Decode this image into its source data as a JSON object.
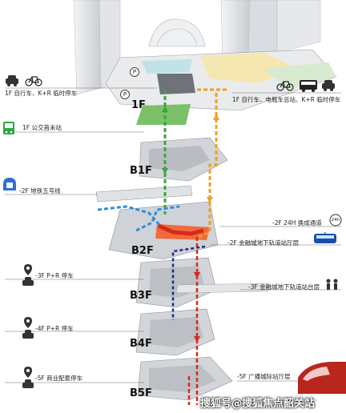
{
  "levels": {
    "f1": "1F",
    "b1": "B1F",
    "b2": "B2F",
    "b3": "B3F",
    "b4": "B4F",
    "b5": "B5F"
  },
  "labels": {
    "f1_left": "1F 自行车、K+R 临时停车",
    "f1_right": "1F 自行车、电瓶车总站、K+R 临时停车",
    "f1_bus": "1F 公交首末站",
    "m2_metro": "-2F 地铁五号线",
    "m2_passage": "-2F 24H 换成通道",
    "m2_station": "-2F 金融城地下轨道站厅层",
    "m3_parking": "-3F P+R 停车",
    "m3_platform": "-3F 金融城地下轨道站台层",
    "m4_parking": "-4F P+R 停车",
    "m5_parking": "-5F 商业配套停车",
    "m5_right": "-5F 广播城际站厅层"
  },
  "badges": {
    "p_marker": "P",
    "h24": "24h"
  },
  "watermark": "搜狐号@搜狐焦点韶关站",
  "colors": {
    "green_route": "#3aa640",
    "orange_route": "#f0a020",
    "blue_route": "#2f8fd8",
    "red_route": "#d8281e",
    "navy_route": "#1a2d8f",
    "leader": "#6a6a6a",
    "floor": "#cfd2d6",
    "bus_icon": "#2eaa3c"
  },
  "icons": [
    "car-icon",
    "bicycle-icon",
    "bus-icon",
    "metro-tunnel-icon",
    "tram-icon",
    "people-icon",
    "location-pin-icon",
    "clock-24h-icon",
    "high-speed-train-icon"
  ]
}
